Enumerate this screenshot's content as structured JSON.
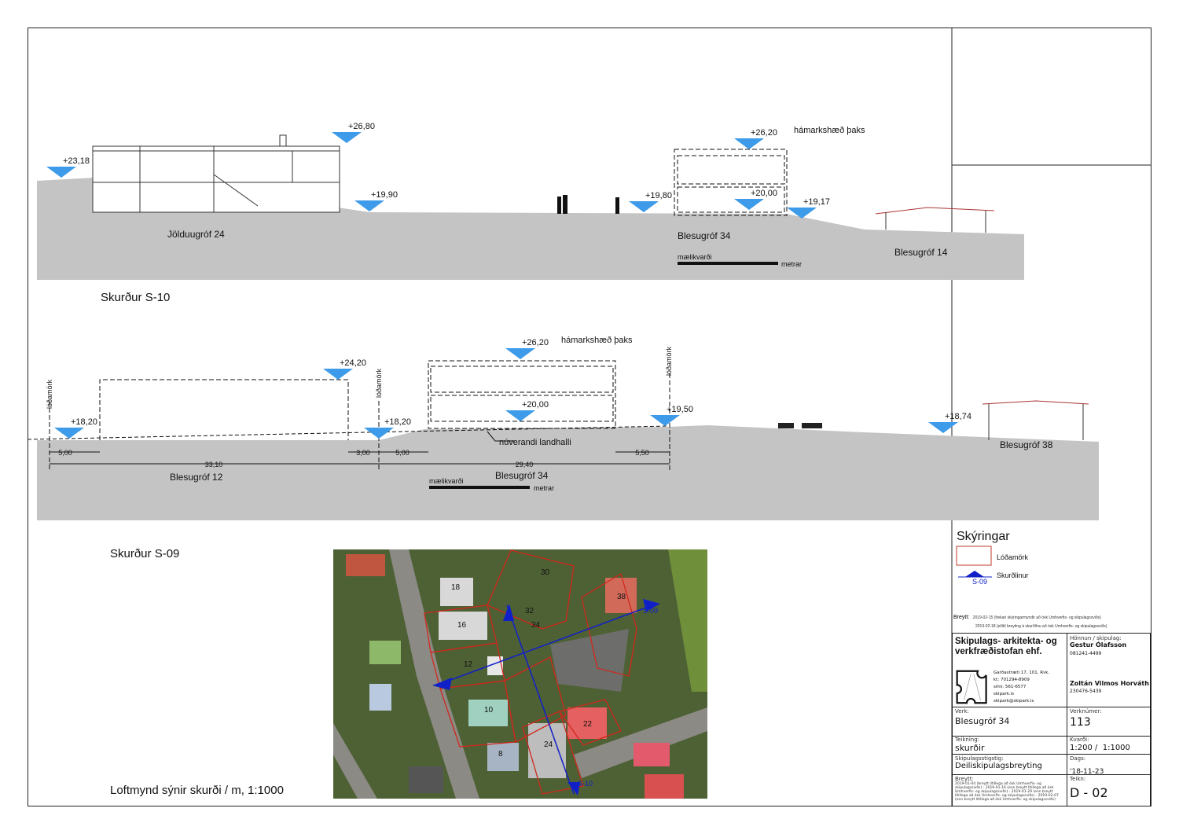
{
  "section_s10": {
    "title": "Skurður S-10",
    "levels": [
      "+23,18",
      "+26,80",
      "+19,90",
      "+19,80",
      "+26,20",
      "+20,00",
      "+19,17"
    ],
    "roof_note": "hámarkshæð þaks",
    "lots": [
      "Jölduugróf 24",
      "Blesugróf 34",
      "Blesugróf 14"
    ],
    "scale_label": "mælikvarði",
    "scale_unit": "metrar"
  },
  "section_s09": {
    "title": "Skurður S-09",
    "levels": [
      "+18,20",
      "+24,20",
      "+18,20",
      "+26,20",
      "+20,00",
      "+19,50",
      "+18,74"
    ],
    "roof_note": "hámarkshæð þaks",
    "boundary_label": "lóðamörk",
    "terrain_note": "núverandi landhalli",
    "dimensions": [
      "5,00",
      "33,10",
      "3,00",
      "5,00",
      "29,40",
      "5,50"
    ],
    "lots": [
      "Blesugróf 12",
      "Blesugróf 34",
      "Blesugróf 38"
    ],
    "scale_label": "mælikvarði",
    "scale_unit": "metrar"
  },
  "aerial": {
    "caption": "Loftmynd sýnir skurði / m, 1:1000",
    "lot_numbers": [
      "18",
      "30",
      "16",
      "32",
      "34",
      "38",
      "12",
      "10",
      "22",
      "24",
      "8"
    ],
    "section_marks": [
      "S-09",
      "S-10"
    ]
  },
  "legend": {
    "title": "Skýringar",
    "items": [
      {
        "label": "Lóðamörk",
        "color": "#c0392b"
      },
      {
        "label": "Skurðlinur",
        "color": "#1020c8",
        "mark": "S-09"
      }
    ]
  },
  "title_block": {
    "revisions_top_label": "Breytt:",
    "revisions_top": [
      "2019-02-15 (frekari skýringarmyndir að ósk Umhverfis- og skipulagssviðs)",
      "2019-02-18 (eilítil breyting á skurðlínu að ósk Umhverfis- og skipulagssviðs)"
    ],
    "firm": "Skipulags- arkitekta- og verkfræðistofan ehf.",
    "address": [
      "Garðastræti 17, 101, Rvk.",
      "kt: 701294-8909",
      "sími: 561-6577",
      "skipark.is",
      "skipark@skipark.is"
    ],
    "design_label": "Hönnun / skipulag:",
    "designer1": "Gestur Ólafsson",
    "designer1_id": "081241-4499",
    "designer2": "Zoltán Vilmos Horváth",
    "designer2_id": "230476-5439",
    "project_label": "Verk:",
    "project": "Blesugróf 34",
    "project_no_label": "Verknúmer:",
    "project_no": "113",
    "drawing_label": "Teikning:",
    "drawing": "skurðir",
    "scale_label": "Kvarði:",
    "scale": "1:200 /  1:1000",
    "stage_label": "Skipulagsstigstig:",
    "stage": "Deiliskipulagsbreyting",
    "date_label": "Dags:",
    "date": "'18-11-23",
    "rev_label": "Breytt:",
    "rev_text": "2019-01-04 (breytt lítillega að ósk Umhverfis- og skipulagssviðs) - 2019-01-16 (enn breytt lítillega að ósk Umhverfis- og skipulagssviðs) - 2019-01-29 (enn breytt lítillega að ósk Umhverfis- og skipulagssviðs) - 2019-02-07 (enn breytt lítillega að ósk Umhverfis- og skipulagssviðs)",
    "sheet_label": "Teikn:",
    "sheet": "D - 02"
  },
  "colors": {
    "ground": "#c4c4c4",
    "marker": "#3d9be9",
    "lot_line": "#c0392b",
    "section_line": "#1020c8"
  }
}
